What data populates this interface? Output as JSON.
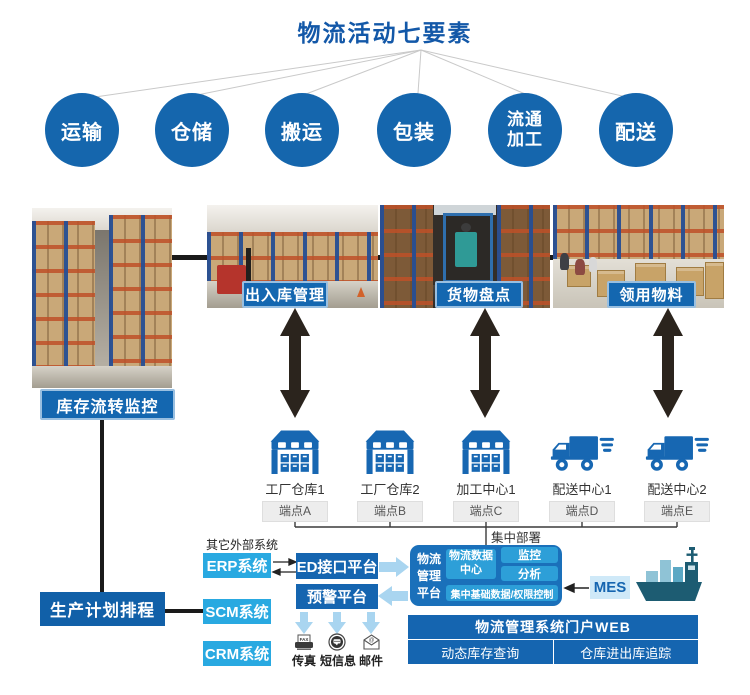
{
  "title": "物流活动七要素",
  "elements": [
    {
      "label": "运输"
    },
    {
      "label": "仓储"
    },
    {
      "label": "搬运"
    },
    {
      "label": "包装"
    },
    {
      "label": "流通加工"
    },
    {
      "label": "配送"
    }
  ],
  "photos": {
    "inventory_monitor": {
      "label": "库存流转监控"
    },
    "in_out": {
      "label": "出入库管理"
    },
    "stocktake": {
      "label": "货物盘点"
    },
    "requisition": {
      "label": "领用物料"
    }
  },
  "endpoints": [
    {
      "type": "warehouse",
      "name": "工厂仓库1",
      "node": "端点A"
    },
    {
      "type": "warehouse",
      "name": "工厂仓库2",
      "node": "端点B"
    },
    {
      "type": "warehouse",
      "name": "加工中心1",
      "node": "端点C"
    },
    {
      "type": "truck",
      "name": "配送中心1",
      "node": "端点D"
    },
    {
      "type": "truck",
      "name": "配送中心2",
      "node": "端点E"
    }
  ],
  "deployment": {
    "label": "集中部署"
  },
  "platform": {
    "name": "物流管理平台",
    "data_center": "物流数据中心",
    "monitor": "监控",
    "analysis": "分析",
    "base": "集中基础数据/权限控制"
  },
  "systems": {
    "external": "其它外部系统",
    "erp": "ERP系统",
    "scm": "SCM系统",
    "crm": "CRM系统",
    "ed": "ED接口平台",
    "alert": "预警平台",
    "production": "生产计划排程",
    "mes": "MES"
  },
  "notify": [
    {
      "icon": "fax-icon",
      "label": "传真",
      "glyph": "FAX"
    },
    {
      "icon": "sms-icon",
      "label": "短信息",
      "glyph": ""
    },
    {
      "icon": "mail-icon",
      "label": "邮件",
      "glyph": "@"
    }
  ],
  "portal": {
    "title": "物流管理系统门户WEB",
    "left": "动态库存查询",
    "right": "仓库进出库追踪"
  },
  "colors": {
    "title_blue": "#1358a8",
    "circle_blue": "#1566ad",
    "label_blue": "#1467b0",
    "dark_blue": "#1565b0",
    "light_blue": "#29a9e1",
    "platform_blue": "#1a70ba",
    "module_blue": "#2d9fd8",
    "arrow_light_blue": "#a9d5f0",
    "mes_bg": "#cfe9f8",
    "node_gray": "#ededed",
    "ship_teal": "#1d5c72",
    "container_blue": "#8fc3d6"
  }
}
